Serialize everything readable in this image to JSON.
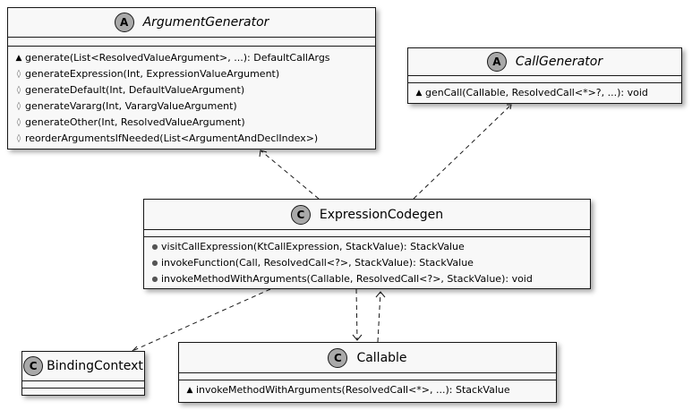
{
  "classes": {
    "argument_generator": {
      "badge": "A",
      "name": "ArgumentGenerator",
      "methods": [
        {
          "vis": "▲",
          "text": "generate(List<ResolvedValueArgument>, ...): DefaultCallArgs"
        },
        {
          "vis": "◊",
          "text": "generateExpression(Int, ExpressionValueArgument)"
        },
        {
          "vis": "◊",
          "text": "generateDefault(Int, DefaultValueArgument)"
        },
        {
          "vis": "◊",
          "text": "generateVararg(Int, VarargValueArgument)"
        },
        {
          "vis": "◊",
          "text": "generateOther(Int, ResolvedValueArgument)"
        },
        {
          "vis": "◊",
          "text": "reorderArgumentsIfNeeded(List<ArgumentAndDeclIndex>)"
        }
      ]
    },
    "call_generator": {
      "badge": "A",
      "name": "CallGenerator",
      "methods": [
        {
          "vis": "▲",
          "text": "genCall(Callable, ResolvedCall<*>?, ...): void"
        }
      ]
    },
    "expression_codegen": {
      "badge": "C",
      "name": "ExpressionCodegen",
      "methods": [
        {
          "vis": "●",
          "text": "visitCallExpression(KtCallExpression, StackValue): StackValue"
        },
        {
          "vis": "●",
          "text": "invokeFunction(Call, ResolvedCall<?>, StackValue): StackValue"
        },
        {
          "vis": "●",
          "text": "invokeMethodWithArguments(Callable, ResolvedCall<?>, StackValue): void"
        }
      ]
    },
    "binding_context": {
      "badge": "C",
      "name": "BindingContext",
      "methods": []
    },
    "callable": {
      "badge": "C",
      "name": "Callable",
      "methods": [
        {
          "vis": "▲",
          "text": "invokeMethodWithArguments(ResolvedCall<*>, ...): StackValue"
        }
      ]
    }
  },
  "colors": {
    "box_fill": "#f8f8f8",
    "border": "#181818",
    "badge_fill": "#a9a9a9",
    "arrow": "#181818",
    "protected_marker": "#666666"
  }
}
